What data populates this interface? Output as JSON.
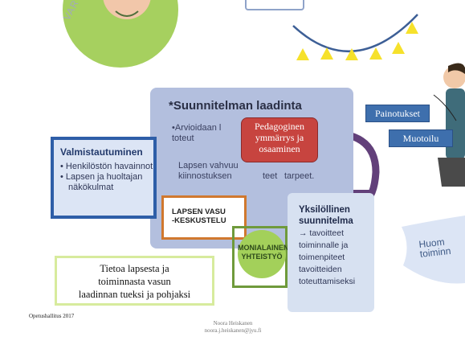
{
  "plan_section": {
    "title": "*Suunnitelman laadinta",
    "lines": [
      "•Arvioidaan l",
      "toteut",
      "Lapsen vahvuu",
      "kiinnostuksen",
      "teet",
      "tarpeet."
    ]
  },
  "preparation": {
    "title": "Valmistautuminen",
    "items": [
      "• Henkilöstön havainnot",
      "• Lapsen ja huoltajan",
      "näkökulmat"
    ]
  },
  "conversation_box": {
    "lines": [
      "LAPSEN VASU",
      "-KESKUSTELU"
    ]
  },
  "pedagogic_box": {
    "lines": [
      "Pedagoginen",
      "ymmärrys ja",
      "osaaminen"
    ]
  },
  "multiprof_circle": {
    "lines": [
      "MONIALAINEN",
      "YHTEISTYÖ"
    ]
  },
  "individual_plan": {
    "title_lines": [
      "Yksilöllinen",
      "suunnitelma"
    ],
    "lines": [
      "→ tavoitteet",
      "toiminnalle ja",
      "toimenpiteet",
      "tavoitteiden",
      "toteuttamiseksi"
    ]
  },
  "buttons": {
    "emphasis": "Painotukset",
    "wording": "Muotoilu"
  },
  "info_box": {
    "lines": [
      "Tietoa lapsesta ja",
      "toiminnasta vasun",
      "laadinnan tueksi ja pohjaksi"
    ]
  },
  "huom": {
    "lines": [
      "Huom",
      "toiminn"
    ]
  },
  "varhais_fragment": "VAR",
  "footer": {
    "source": "Opetushallitus 2017",
    "author": "Noora Heiskanen",
    "email": "noora.j.heiskanen@jyu.fi"
  },
  "colors": {
    "panel_blue": "#b3bfde",
    "pedagogic_red": "#c7443f",
    "accent_blue": "#3e6fad",
    "green": "#a3d05a",
    "orange": "#d0782e",
    "purple_arrow": "#62407a",
    "triangle_yellow": "#f6e12b"
  }
}
